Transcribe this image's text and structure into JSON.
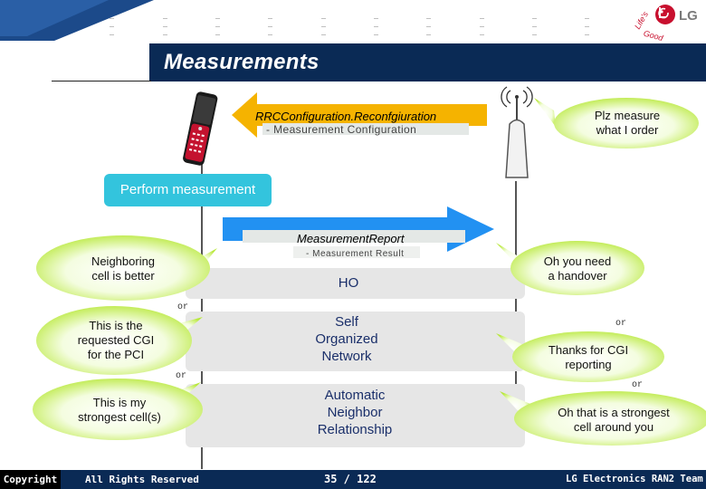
{
  "slide": {
    "title": "Measurements"
  },
  "logo": {
    "brand": "LG",
    "tagline": "Life's Good"
  },
  "messages": {
    "rrc_config": {
      "label": "RRCConfiguration.Reconfgiuration",
      "sub": "- Measurement Configuration"
    },
    "meas_report": {
      "label": "MeasurementReport",
      "sub": "- Measurement Result"
    }
  },
  "perform_measurement": "Perform measurement",
  "callouts": {
    "enb_order": [
      "Plz measure",
      "what I order"
    ],
    "neighboring": [
      "Neighboring",
      "cell is better"
    ],
    "handover_need": [
      "Oh you need",
      "a handover"
    ],
    "requested_cgi": [
      "This is the",
      "requested CGI",
      "for the PCI"
    ],
    "thanks_cgi": [
      "Thanks for CGI",
      "reporting"
    ],
    "strongest_cell": [
      "This is my",
      "strongest cell(s)"
    ],
    "strongest_around": [
      "Oh that is a strongest",
      "cell around you"
    ]
  },
  "procedures": {
    "ho": [
      "HO"
    ],
    "son": [
      "Self",
      "Organized",
      "Network"
    ],
    "anr": [
      "Automatic",
      "Neighbor",
      "Relationship"
    ]
  },
  "or_label": "or",
  "footer": {
    "copyright": "Copyright",
    "rights": "All Rights Reserved",
    "page": "35 / 122",
    "team": "LG Electronics RAN2 Team"
  },
  "colors": {
    "title_bar": "#0a2a55",
    "footer": "#0a2a55",
    "rrc_arrow": "#f5b300",
    "report_arrow": "#1e90ff",
    "perform_box": "#33c4dd",
    "procedure_box": "#e6e6e6",
    "callout_fill": "#c7f04a",
    "brand_red": "#c8102e"
  },
  "icons": {
    "ue": "mobile-phone-icon",
    "enb": "antenna-tower-icon"
  }
}
